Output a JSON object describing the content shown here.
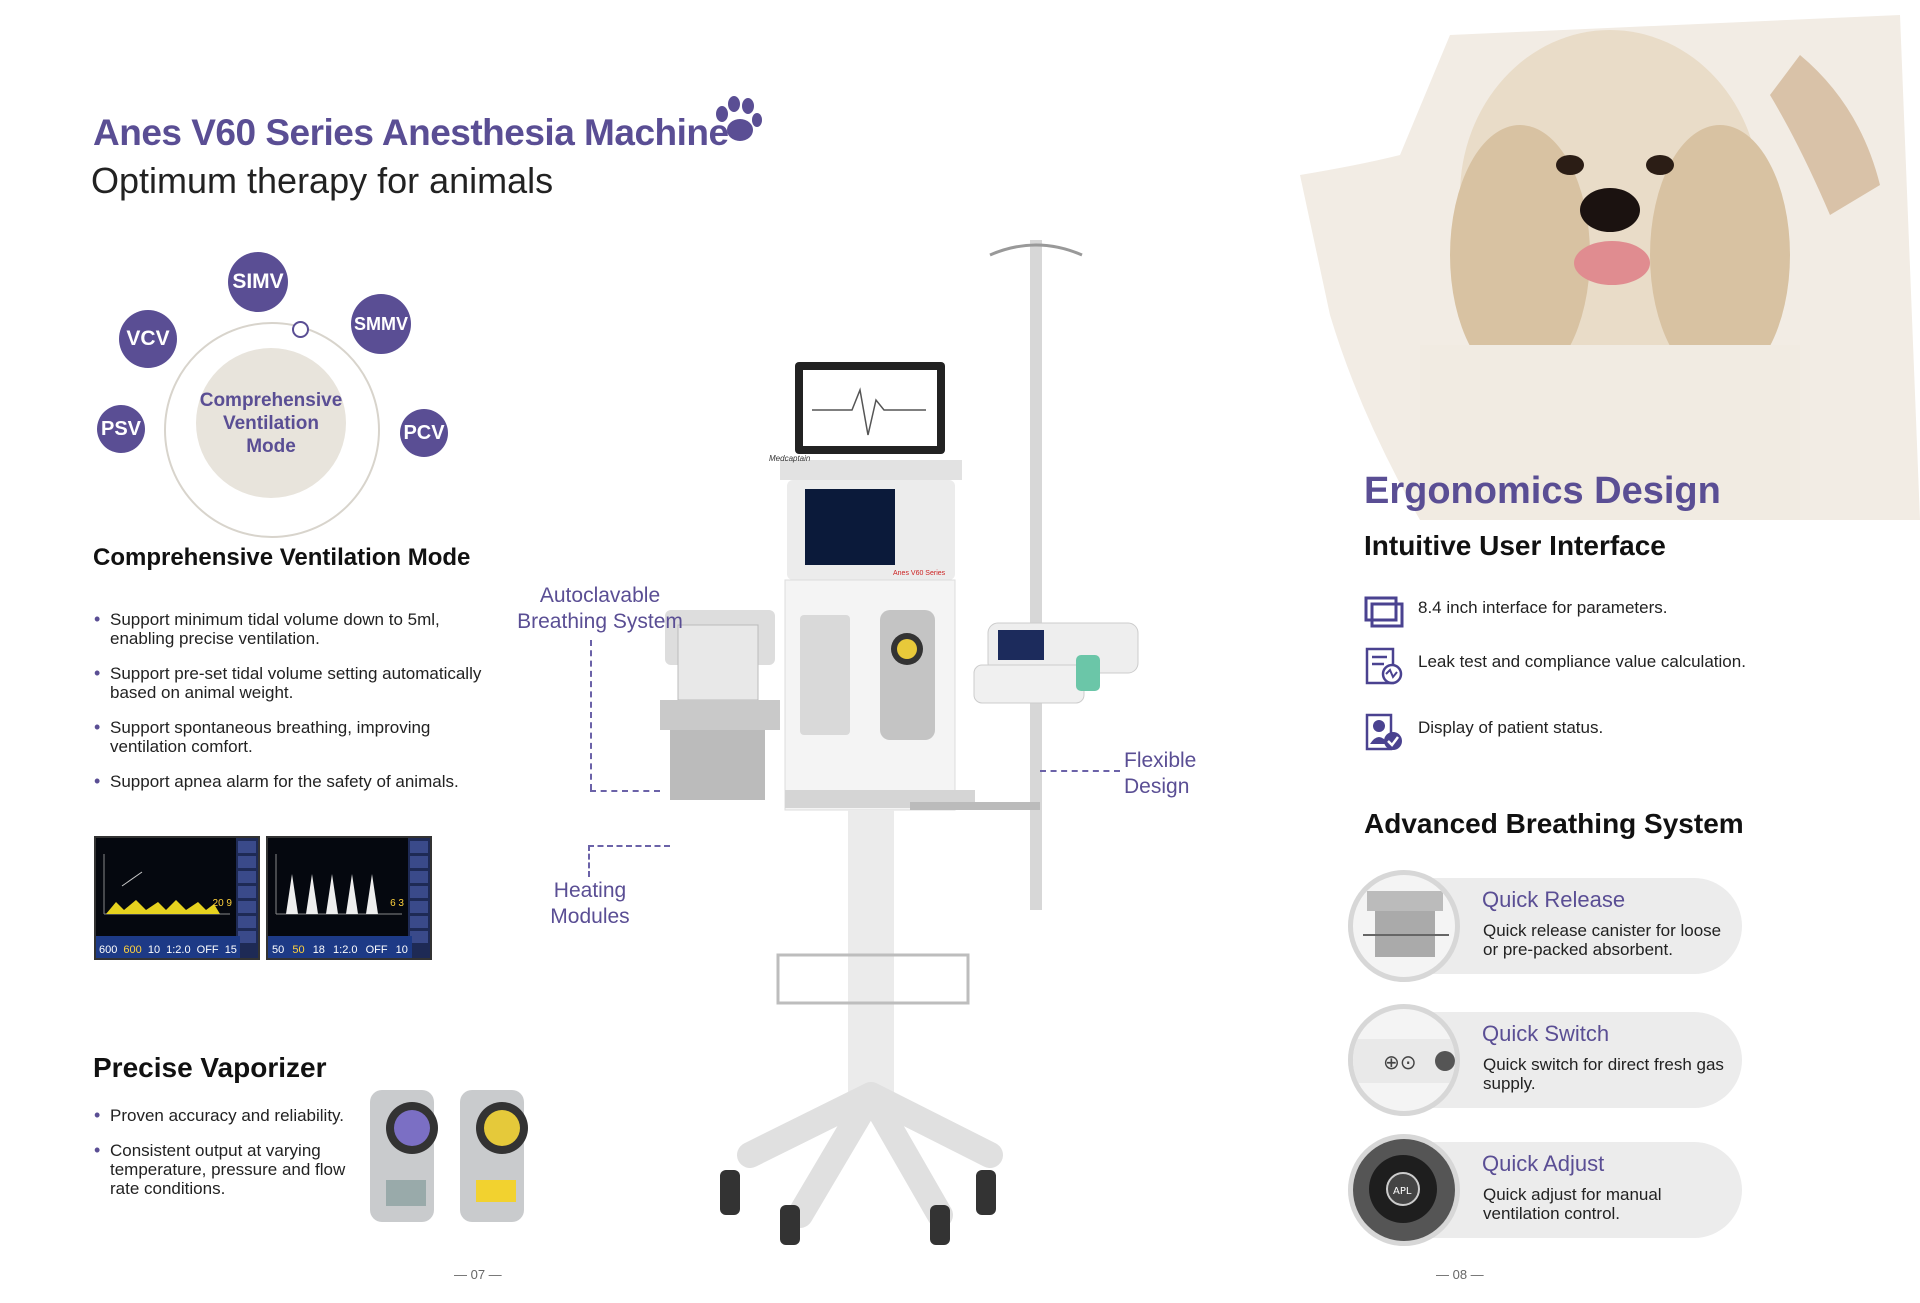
{
  "left_page": {
    "title": "Anes V60 Series Anesthesia Machine",
    "subtitle": "Optimum therapy for animals",
    "modes": {
      "center": "Comprehensive Ventilation Mode",
      "items": [
        "SIMV",
        "VCV",
        "SMMV",
        "PSV",
        "PCV"
      ]
    },
    "ventilation": {
      "heading": "Comprehensive Ventilation Mode",
      "bullets": [
        "Support minimum tidal volume down to 5ml, enabling precise ventilation.",
        "Support pre-set tidal volume setting automatically based on animal weight.",
        "Support spontaneous breathing, improving ventilation comfort.",
        "Support apnea alarm for the safety of animals."
      ]
    },
    "screens": [
      {
        "values": [
          "600",
          "600",
          "10",
          "1:2.0",
          "OFF",
          "15"
        ],
        "readout": "20  9"
      },
      {
        "values": [
          "50",
          "50",
          "18",
          "1:2.0",
          "OFF",
          "10"
        ],
        "readout": "6  3"
      }
    ],
    "vaporizer": {
      "heading": "Precise Vaporizer",
      "bullets": [
        "Proven accuracy and reliability.",
        "Consistent output at varying temperature, pressure and flow rate conditions."
      ]
    },
    "page_number": "— 07 —"
  },
  "center": {
    "callout_autoclavable": "Autoclavable Breathing System",
    "callout_heating": "Heating Modules",
    "callout_flexible": "Flexible Design",
    "brand": "Medcaptain",
    "model_badge": "Anes V60 Series"
  },
  "right_page": {
    "title": "Ergonomics Design",
    "subtitle": "Intuitive User Interface",
    "features": [
      {
        "icon": "monitor-icon",
        "text": "8.4 inch interface for parameters."
      },
      {
        "icon": "checklist-icon",
        "text": "Leak test and compliance value calculation."
      },
      {
        "icon": "patient-status-icon",
        "text": "Display of patient status."
      }
    ],
    "breathing_heading": "Advanced Breathing System",
    "breathing_items": [
      {
        "title": "Quick Release",
        "desc": "Quick release canister for loose or pre-packed absorbent."
      },
      {
        "title": "Quick Switch",
        "desc": "Quick switch for direct fresh gas supply."
      },
      {
        "title": "Quick Adjust",
        "desc": "Quick adjust for manual ventilation control."
      }
    ],
    "page_number": "— 08 —"
  },
  "colors": {
    "accent": "#5a4e94",
    "pill_bg": "#ececec",
    "center_bg": "#e8e4dc"
  }
}
